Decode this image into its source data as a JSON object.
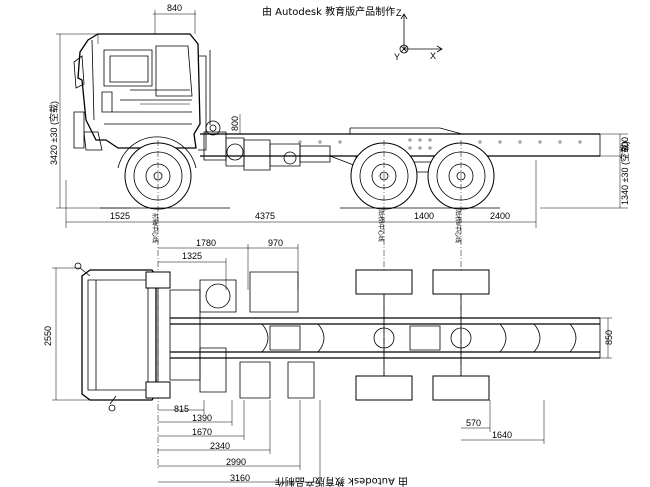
{
  "watermark_top": "由 Autodesk 教育版产品制作",
  "watermark_bottom": "由 Autodesk 教育版产品制作",
  "ucs": {
    "z": "Z",
    "x": "X",
    "y": "Y"
  },
  "side_view": {
    "cab_overhang": "840",
    "frame_height_label": "800",
    "overall_height": "3420 ±30 (空载)",
    "frame_depth": "300",
    "frame_top_height": "1340 ±30 (空载)",
    "front_overhang": "1525",
    "wheelbase_1": "4375",
    "wheelbase_2": "1400",
    "rear_overhang": "2400"
  },
  "axle_labels": {
    "front": "前轴中心线",
    "mid": "后桥Ⅰ中心线",
    "rear": "后桥Ⅱ中心线"
  },
  "top_view": {
    "d1780": "1780",
    "d970": "970",
    "d1325": "1325",
    "overall_width": "2550",
    "frame_width": "850",
    "d815": "815",
    "d1390": "1390",
    "d1670": "1670",
    "d2340": "2340",
    "d2990": "2990",
    "d3160": "3160",
    "d570": "570",
    "d1640": "1640"
  }
}
